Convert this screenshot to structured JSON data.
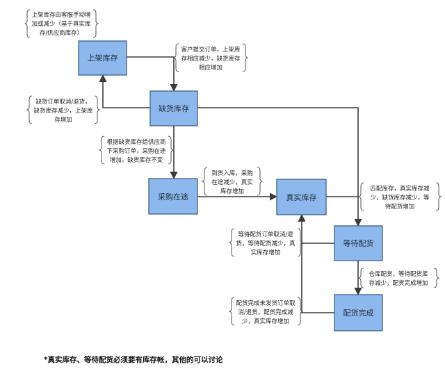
{
  "nodes": {
    "on_shelf": "上架库存",
    "shortage": "缺货库存",
    "purchasing": "采购在途",
    "real": "真实库存",
    "awaiting": "等待配货",
    "complete": "配货完成"
  },
  "notes": {
    "manual": [
      "上架库存由客服手动增",
      "加或减少（基于真实库",
      "存/供应商库存）"
    ],
    "customer_order": [
      "客户提交订单，上架库",
      "存相应减少，缺货库存",
      "相应增加"
    ],
    "cancel_shortage": [
      "缺货订单取消/退货，",
      "缺货库存减少，上架库",
      "存增加"
    ],
    "purchase": [
      "根据缺货库存给供应商",
      "下采购订单，采购在途",
      "增加，缺货库存不变"
    ],
    "arrival": [
      "到货入库，采购",
      "在途减少，真实",
      "库存增加"
    ],
    "match": [
      "匹配库存，真实库存减",
      "少，缺货库存减少，等",
      "待配货增加"
    ],
    "cancel_awaiting": [
      "等待配货订单取消/退",
      "货，等待配货减少，真",
      "实库存增加"
    ],
    "warehouse": [
      "仓库配货，等待配货库",
      "存减少，配货完成增加"
    ],
    "cancel_complete": [
      "配货完成未发货订单取",
      "消/退货，配货完成减",
      "少，真实库存增加"
    ]
  },
  "footnote": "*真实库存、等待配货必须要有库存帐，其他的可以讨论"
}
